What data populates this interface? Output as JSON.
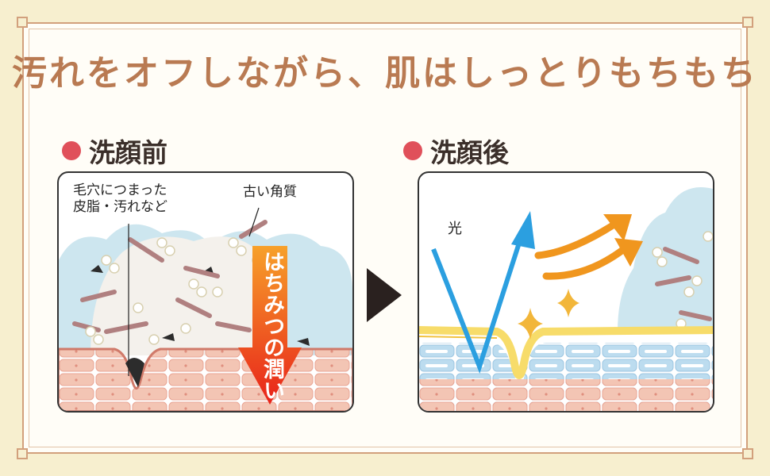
{
  "headline": "汚れをオフしながら、肌はしっとりもちもち",
  "before": {
    "label": "洗顔前",
    "callout_pore": "毛穴につまった\n皮脂・汚れなど",
    "callout_old_skin": "古い角質",
    "arrow_text": "はちみつの潤い"
  },
  "after": {
    "label": "洗顔後",
    "callout_light": "光"
  },
  "colors": {
    "accent_dot": "#e0505a",
    "headline": "#b97a52",
    "frame": "#d2a07c",
    "arrow_red": "#e8221a",
    "light_blue": "#2b9fe0",
    "light_orange": "#f0961e",
    "honey_yellow": "#f7dc6a"
  },
  "icons": [
    "sparkle-icon",
    "light-ray-icon",
    "scatter-arrow-icon",
    "next-arrow-icon"
  ]
}
